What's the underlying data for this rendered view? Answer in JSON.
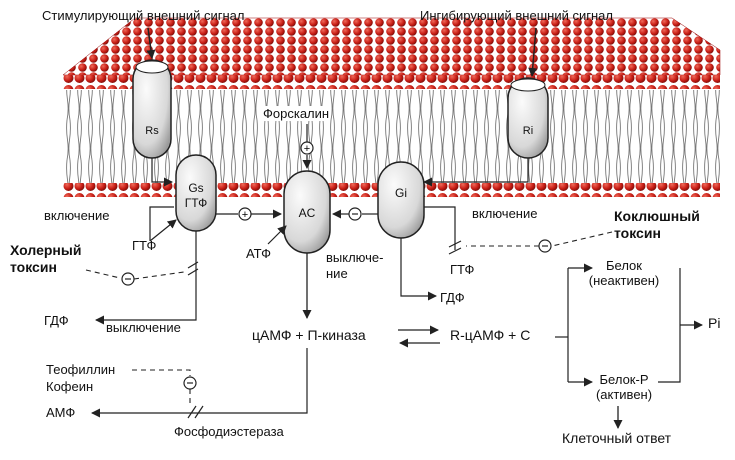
{
  "labels": {
    "stim_signal": "Стимулирующий внешний сигнал",
    "inhib_signal": "Ингибирующий внешний сигнал",
    "forskolin": "Форскалин",
    "rs": "Rs",
    "ri": "Ri",
    "gs_gtp": "Gs\nГТФ",
    "ac": "AC",
    "gi": "Gi",
    "on_left": "включение",
    "on_right": "включение",
    "gtp_left": "ГТФ",
    "gtp_right": "ГТФ",
    "atp": "АТФ",
    "off_middle": "выключе-\nние",
    "off_left": "выключение",
    "gdp_left": "ГДФ",
    "gdp_right": "ГДФ",
    "cholera_toxin": "Холерный\nтоксин",
    "pertussis_toxin": "Коклюшный\nтоксин",
    "camp_pkinase": "цАМФ + П-киназа",
    "r_camp_c": "R-цАМФ + С",
    "protein_inactive": "Белок\n(неактивен)",
    "protein_p_active": "Белок-Р\n(активен)",
    "pi": "Pi",
    "cell_response": "Клеточный ответ",
    "theophylline_caffeine": "Теофиллин\nКофеин",
    "amp": "АМФ",
    "phosphodiesterase": "Фосфодиэстераза",
    "plus": "+",
    "minus": "−"
  }
}
